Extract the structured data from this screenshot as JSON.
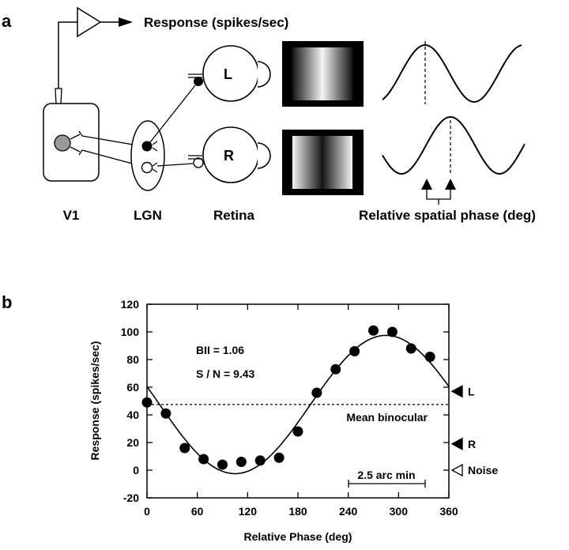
{
  "panel_a": {
    "label": "a",
    "response_label": "Response (spikes/sec)",
    "v1_label": "V1",
    "lgn_label": "LGN",
    "retina_label": "Retina",
    "left_eye": "L",
    "right_eye": "R",
    "phase_label": "Relative spatial phase (deg)"
  },
  "panel_b": {
    "label": "b",
    "bii_text": "BII = 1.06",
    "sn_text": "S / N = 9.43",
    "mean_label": "Mean binocular",
    "scale_label": "2.5 arc min",
    "marker_L": "L",
    "marker_R": "R",
    "marker_noise": "Noise"
  },
  "chart_data": {
    "type": "scatter",
    "xlabel": "Relative Phase (deg)",
    "ylabel": "Response (spikes/sec)",
    "xlim": [
      0,
      360
    ],
    "ylim": [
      -20,
      120
    ],
    "xticks": [
      0,
      60,
      120,
      180,
      240,
      300,
      360
    ],
    "yticks": [
      -20,
      0,
      20,
      40,
      60,
      80,
      100,
      120
    ],
    "points": {
      "x": [
        0,
        22.5,
        45,
        67.5,
        90,
        112.5,
        135,
        157.5,
        180,
        202.5,
        225,
        247.5,
        270,
        292.5,
        315,
        337.5
      ],
      "y": [
        49,
        41,
        16,
        8,
        4,
        6,
        7,
        9,
        28,
        56,
        73,
        86,
        101,
        100,
        88,
        82
      ]
    },
    "fit": {
      "mean": 47.5,
      "amplitude": 50,
      "peak_phase": 285
    },
    "mean_binocular": 47.5,
    "monocular": {
      "L": 57,
      "R": 19,
      "Noise": 0
    }
  }
}
